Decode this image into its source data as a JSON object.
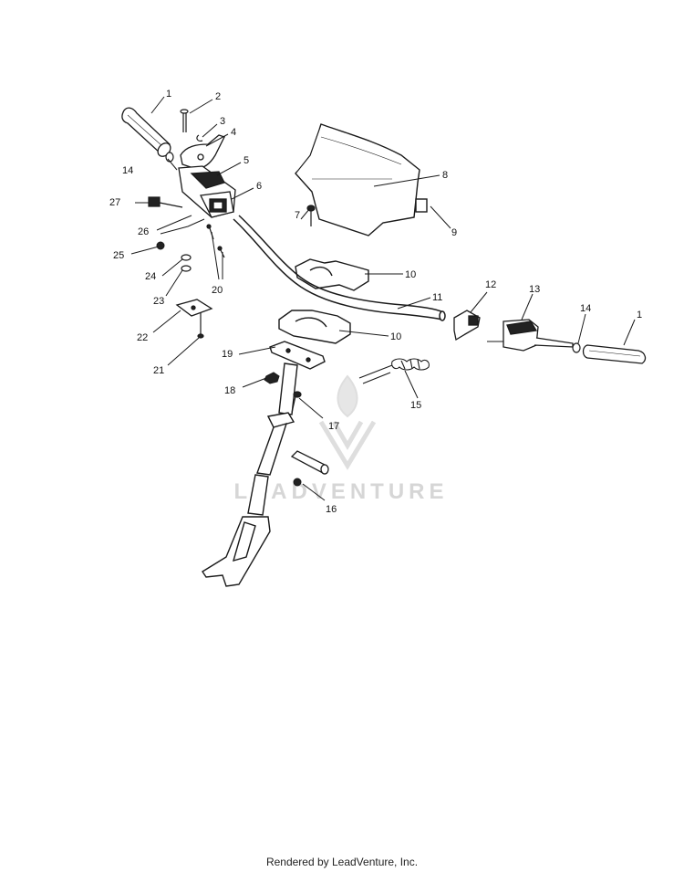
{
  "diagram": {
    "callouts": [
      {
        "id": "c1a",
        "label": "1"
      },
      {
        "id": "c2",
        "label": "2"
      },
      {
        "id": "c3",
        "label": "3"
      },
      {
        "id": "c4",
        "label": "4"
      },
      {
        "id": "c5",
        "label": "5"
      },
      {
        "id": "c6",
        "label": "6"
      },
      {
        "id": "c7",
        "label": "7"
      },
      {
        "id": "c8",
        "label": "8"
      },
      {
        "id": "c9",
        "label": "9"
      },
      {
        "id": "c10a",
        "label": "10"
      },
      {
        "id": "c10b",
        "label": "10"
      },
      {
        "id": "c11",
        "label": "11"
      },
      {
        "id": "c12",
        "label": "12"
      },
      {
        "id": "c13",
        "label": "13"
      },
      {
        "id": "c14a",
        "label": "14"
      },
      {
        "id": "c14b",
        "label": "14"
      },
      {
        "id": "c1b",
        "label": "1"
      },
      {
        "id": "c15",
        "label": "15"
      },
      {
        "id": "c16",
        "label": "16"
      },
      {
        "id": "c17",
        "label": "17"
      },
      {
        "id": "c18",
        "label": "18"
      },
      {
        "id": "c19",
        "label": "19"
      },
      {
        "id": "c20",
        "label": "20"
      },
      {
        "id": "c21",
        "label": "21"
      },
      {
        "id": "c22",
        "label": "22"
      },
      {
        "id": "c23",
        "label": "23"
      },
      {
        "id": "c24",
        "label": "24"
      },
      {
        "id": "c25",
        "label": "25"
      },
      {
        "id": "c26",
        "label": "26"
      },
      {
        "id": "c27",
        "label": "27"
      }
    ]
  },
  "watermark": {
    "text": "LEADVENTURE"
  },
  "footer": {
    "text": "Rendered by LeadVenture, Inc."
  }
}
